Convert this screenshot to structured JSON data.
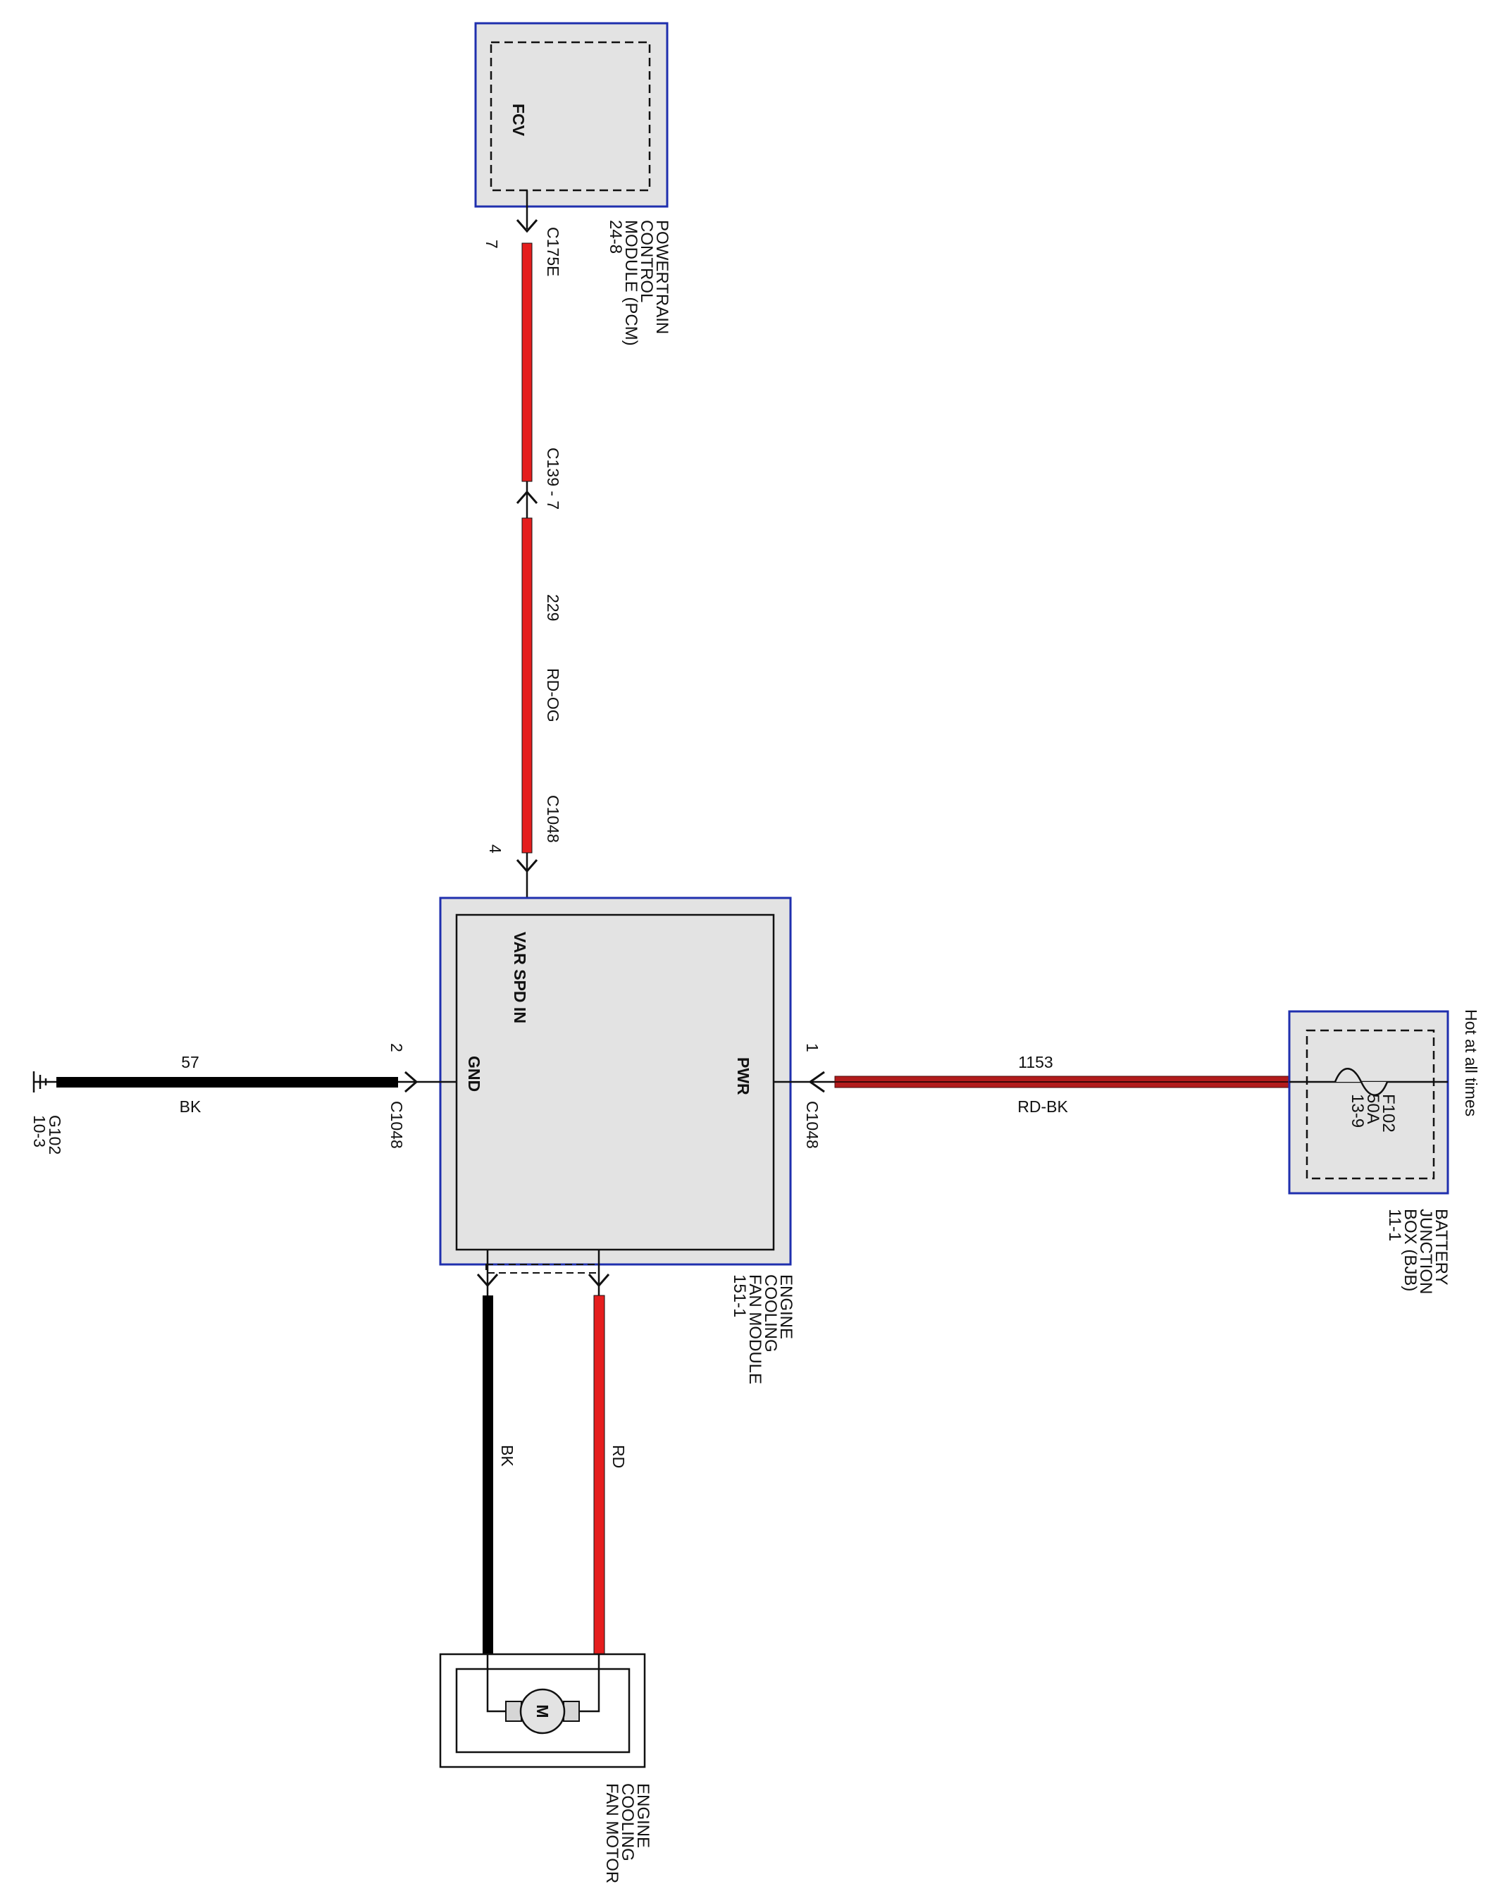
{
  "pcm": {
    "pin_name": "FCV",
    "title_lines": [
      "POWERTRAIN",
      "CONTROL",
      "MODULE (PCM)",
      "24-8"
    ],
    "connector": "C175E",
    "pin": "7"
  },
  "inline_connector": {
    "label": "C139 - 7"
  },
  "wire_fcv": {
    "circuit": "229",
    "color_code": "RD-OG",
    "fill": "#e51e1e",
    "end_connector": "C1048",
    "end_pin": "4"
  },
  "module": {
    "input_label": "VAR SPD IN",
    "gnd_label": "GND",
    "pwr_label": "PWR",
    "title_lines": [
      "ENGINE",
      "COOLING",
      "FAN MODULE",
      "151-1"
    ],
    "fill": "#e3e3e3",
    "border": "#1f2fae"
  },
  "ground_wire": {
    "circuit": "57",
    "color_code": "BK",
    "pin": "2",
    "connector": "C1048",
    "fill": "#000000"
  },
  "ground": {
    "name": "G102",
    "ref": "10-3"
  },
  "power_wire": {
    "circuit": "1153",
    "color_code": "RD-BK",
    "pin": "1",
    "connector": "C1048",
    "fill": "#b21b1b"
  },
  "bjb": {
    "fuse_lines": [
      "F102",
      "50A",
      "13-9"
    ],
    "title_lines": [
      "BATTERY",
      "JUNCTION",
      "BOX (BJB)",
      "11-1"
    ],
    "hot_label": "Hot at all times"
  },
  "motor_wires": {
    "black": "BK",
    "red": "RD"
  },
  "motor": {
    "symbol": "M",
    "title_lines": [
      "ENGINE",
      "COOLING",
      "FAN MOTOR"
    ]
  }
}
